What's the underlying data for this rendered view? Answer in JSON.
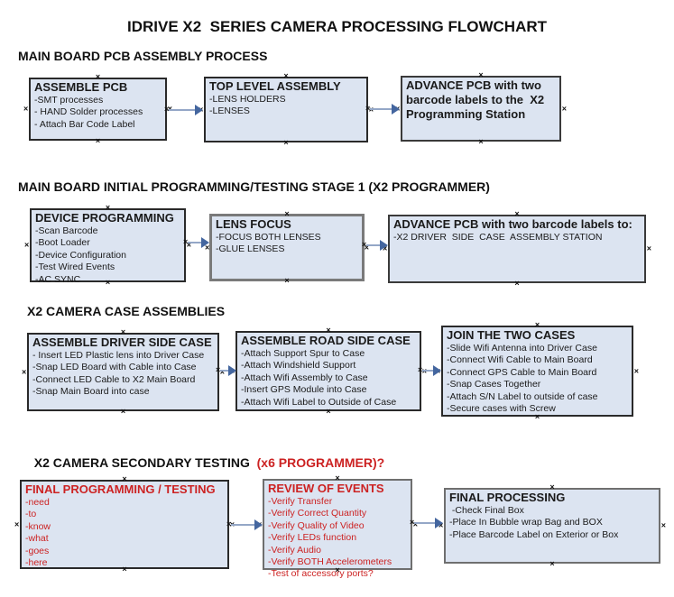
{
  "title": "IDRIVE X2  SERIES CAMERA PROCESSING FLOWCHART",
  "icons": {
    "handle_x": "×"
  },
  "colors": {
    "box_fill": "#dce4f1",
    "red_text": "#cc2222",
    "arrow_line": "#94a7c7",
    "arrow_head": "#44669f"
  },
  "sections": [
    {
      "heading": "MAIN BOARD PCB ASSEMBLY PROCESS",
      "boxes": [
        {
          "title": "ASSEMBLE PCB",
          "items": [
            "-SMT processes",
            "- HAND Solder processes",
            "- Attach Bar Code Label"
          ]
        },
        {
          "title": "TOP LEVEL ASSEMBLY",
          "items": [
            "-LENS HOLDERS",
            "-LENSES"
          ]
        },
        {
          "title": "ADVANCE PCB with two barcode labels to the  X2 Programming Station",
          "items": []
        }
      ]
    },
    {
      "heading": "MAIN BOARD INITIAL PROGRAMMING/TESTING STAGE 1 (X2 PROGRAMMER)",
      "boxes": [
        {
          "title": "DEVICE PROGRAMMING",
          "items": [
            "-Scan Barcode",
            "-Boot Loader",
            "-Device Configuration",
            "-Test Wired Events",
            "-AC SYNC"
          ]
        },
        {
          "title": "LENS FOCUS",
          "items": [
            "-FOCUS BOTH LENSES",
            "-GLUE LENSES"
          ]
        },
        {
          "title": "ADVANCE PCB with two barcode labels to:",
          "items": [
            "-X2 DRIVER  SIDE  CASE  ASSEMBLY STATION"
          ]
        }
      ]
    },
    {
      "heading": "X2 CAMERA CASE ASSEMBLIES",
      "boxes": [
        {
          "title": "ASSEMBLE DRIVER SIDE CASE",
          "items": [
            "- Insert LED Plastic lens into Driver Case",
            "-Snap LED Board with Cable into Case",
            "-Connect LED Cable to X2 Main Board",
            "-Snap Main Board into case"
          ]
        },
        {
          "title": "ASSEMBLE ROAD SIDE CASE",
          "items": [
            "-Attach Support Spur to Case",
            "-Attach Windshield Support",
            "-Attach Wifi Assembly to Case",
            "-Insert GPS Module into Case",
            "-Attach Wifi Label to Outside of Case"
          ]
        },
        {
          "title": "JOIN THE TWO CASES",
          "items": [
            "-Slide Wifi Antenna into Driver Case",
            "-Connect Wifi Cable to Main Board",
            "-Connect GPS Cable to Main Board",
            "-Snap Cases Together",
            "-Attach S/N Label to outside of case",
            "-Secure cases with Screw"
          ]
        }
      ]
    },
    {
      "heading": "X2 CAMERA SECONDARY TESTING",
      "heading_suffix": "  (x6 PROGRAMMER)?",
      "boxes": [
        {
          "title": "FINAL PROGRAMMING / TESTING",
          "items": [
            "-need",
            "-to",
            "-know",
            "-what",
            "-goes",
            "-here"
          ]
        },
        {
          "title": "REVIEW OF EVENTS",
          "items": [
            "-Verify Transfer",
            "-Verify Correct Quantity",
            "-Verify Quality of Video",
            "-Verify LEDs function",
            "-Verify Audio",
            "-Verify BOTH Accelerometers",
            "-Test of accessory ports?"
          ]
        },
        {
          "title": "FINAL PROCESSING",
          "items": [
            " -Check Final Box",
            "-Place In Bubble wrap Bag and BOX",
            "-Place Barcode Label on Exterior or Box"
          ]
        }
      ]
    }
  ]
}
